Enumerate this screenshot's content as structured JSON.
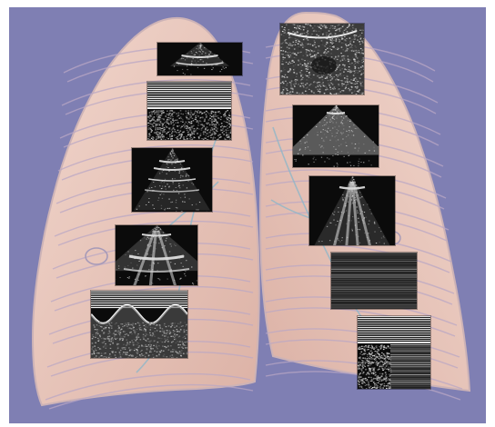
{
  "colors": {
    "page_border": "#ffffff",
    "background": "#7f7fb3",
    "lung_fill": "#eac8bd",
    "lung_shade": "#d8aea2",
    "rib_line": "#b9a7c4",
    "vessel": "#8fb6c8",
    "outline": "#cdb3b6",
    "scan_dark": "#0b0b0b",
    "scan_light": "#d9d9d9"
  },
  "panels": [
    {
      "id": "left-apex-sector-scan",
      "kind": "sector"
    },
    {
      "id": "left-upper-mmode-lines",
      "kind": "mmode-lines"
    },
    {
      "id": "left-mid-b-lines-scan",
      "kind": "blines"
    },
    {
      "id": "left-lower-a-lines-scan",
      "kind": "alines"
    },
    {
      "id": "left-base-mmode-waves",
      "kind": "mmode-waves"
    },
    {
      "id": "right-apex-consolidation-scan",
      "kind": "consolidation"
    },
    {
      "id": "right-upper-sector-scan",
      "kind": "sector-bright"
    },
    {
      "id": "right-mid-b-lines-scan",
      "kind": "blines"
    },
    {
      "id": "right-lower-mmode-barcode",
      "kind": "mmode-barcode"
    },
    {
      "id": "right-base-mmode-seashore",
      "kind": "mmode-seashore"
    }
  ]
}
